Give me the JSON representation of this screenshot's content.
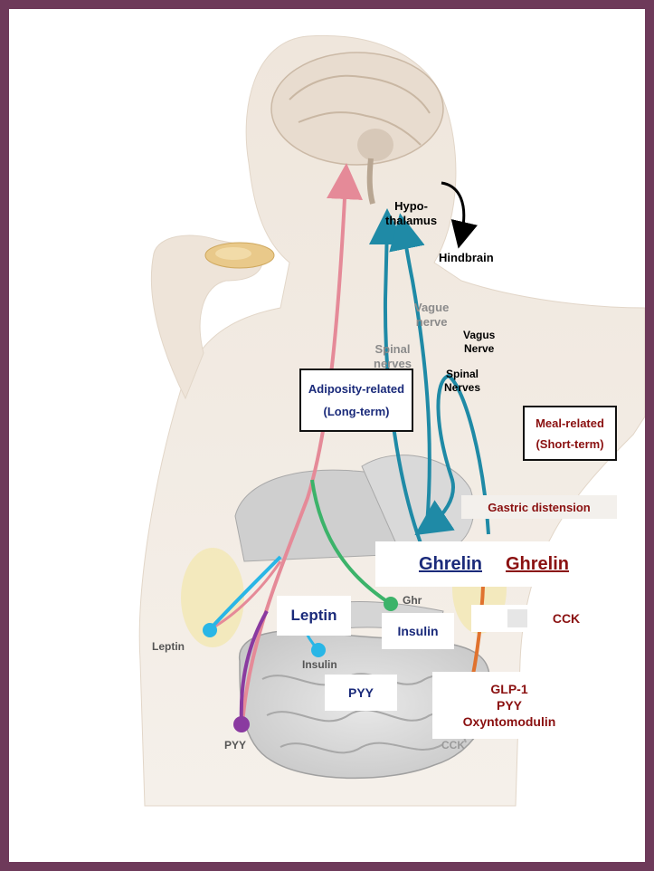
{
  "labels": {
    "hypothalamus": "Hypo-\nthalamus",
    "hindbrain": "Hindbrain",
    "vagus_nerve": "Vagus\nNerve",
    "spinal_nerves": "Spinal\nNerves",
    "gastric_distension": "Gastric distension"
  },
  "boxes": {
    "adiposity_line1": "Adiposity-related",
    "adiposity_line2": "(Long-term)",
    "meal_line1": "Meal-related",
    "meal_line2": "(Short-term)",
    "ghrelin_left": "Ghrelin",
    "ghrelin_right": "Ghrelin",
    "leptin": "Leptin",
    "insulin": "Insulin",
    "cck": "CCK",
    "pyy": "PYY",
    "gut_hormones": "GLP-1\nPYY\nOxyntomodulin"
  },
  "figure_labels": {
    "vague_nerve": "Vague\nnerve",
    "spinal_faded": "Spinal\nnerves",
    "leptin_small": "Leptin",
    "insulin_small": "Insulin",
    "pyy_small": "PYY",
    "ghr_small": "Ghr",
    "cck_small": "CCK"
  },
  "colors": {
    "frame": "#6e3a5a",
    "navy_text": "#1a2a7a",
    "maroon_text": "#8a1010",
    "vagal_blue": "#1f8aa6",
    "adiposity_pink": "#e58a98",
    "ghrelin_green": "#3cb36a",
    "pyy_purple": "#8a3aa0",
    "leptin_cyan": "#29b6e6",
    "cck_orange": "#e0722e"
  }
}
